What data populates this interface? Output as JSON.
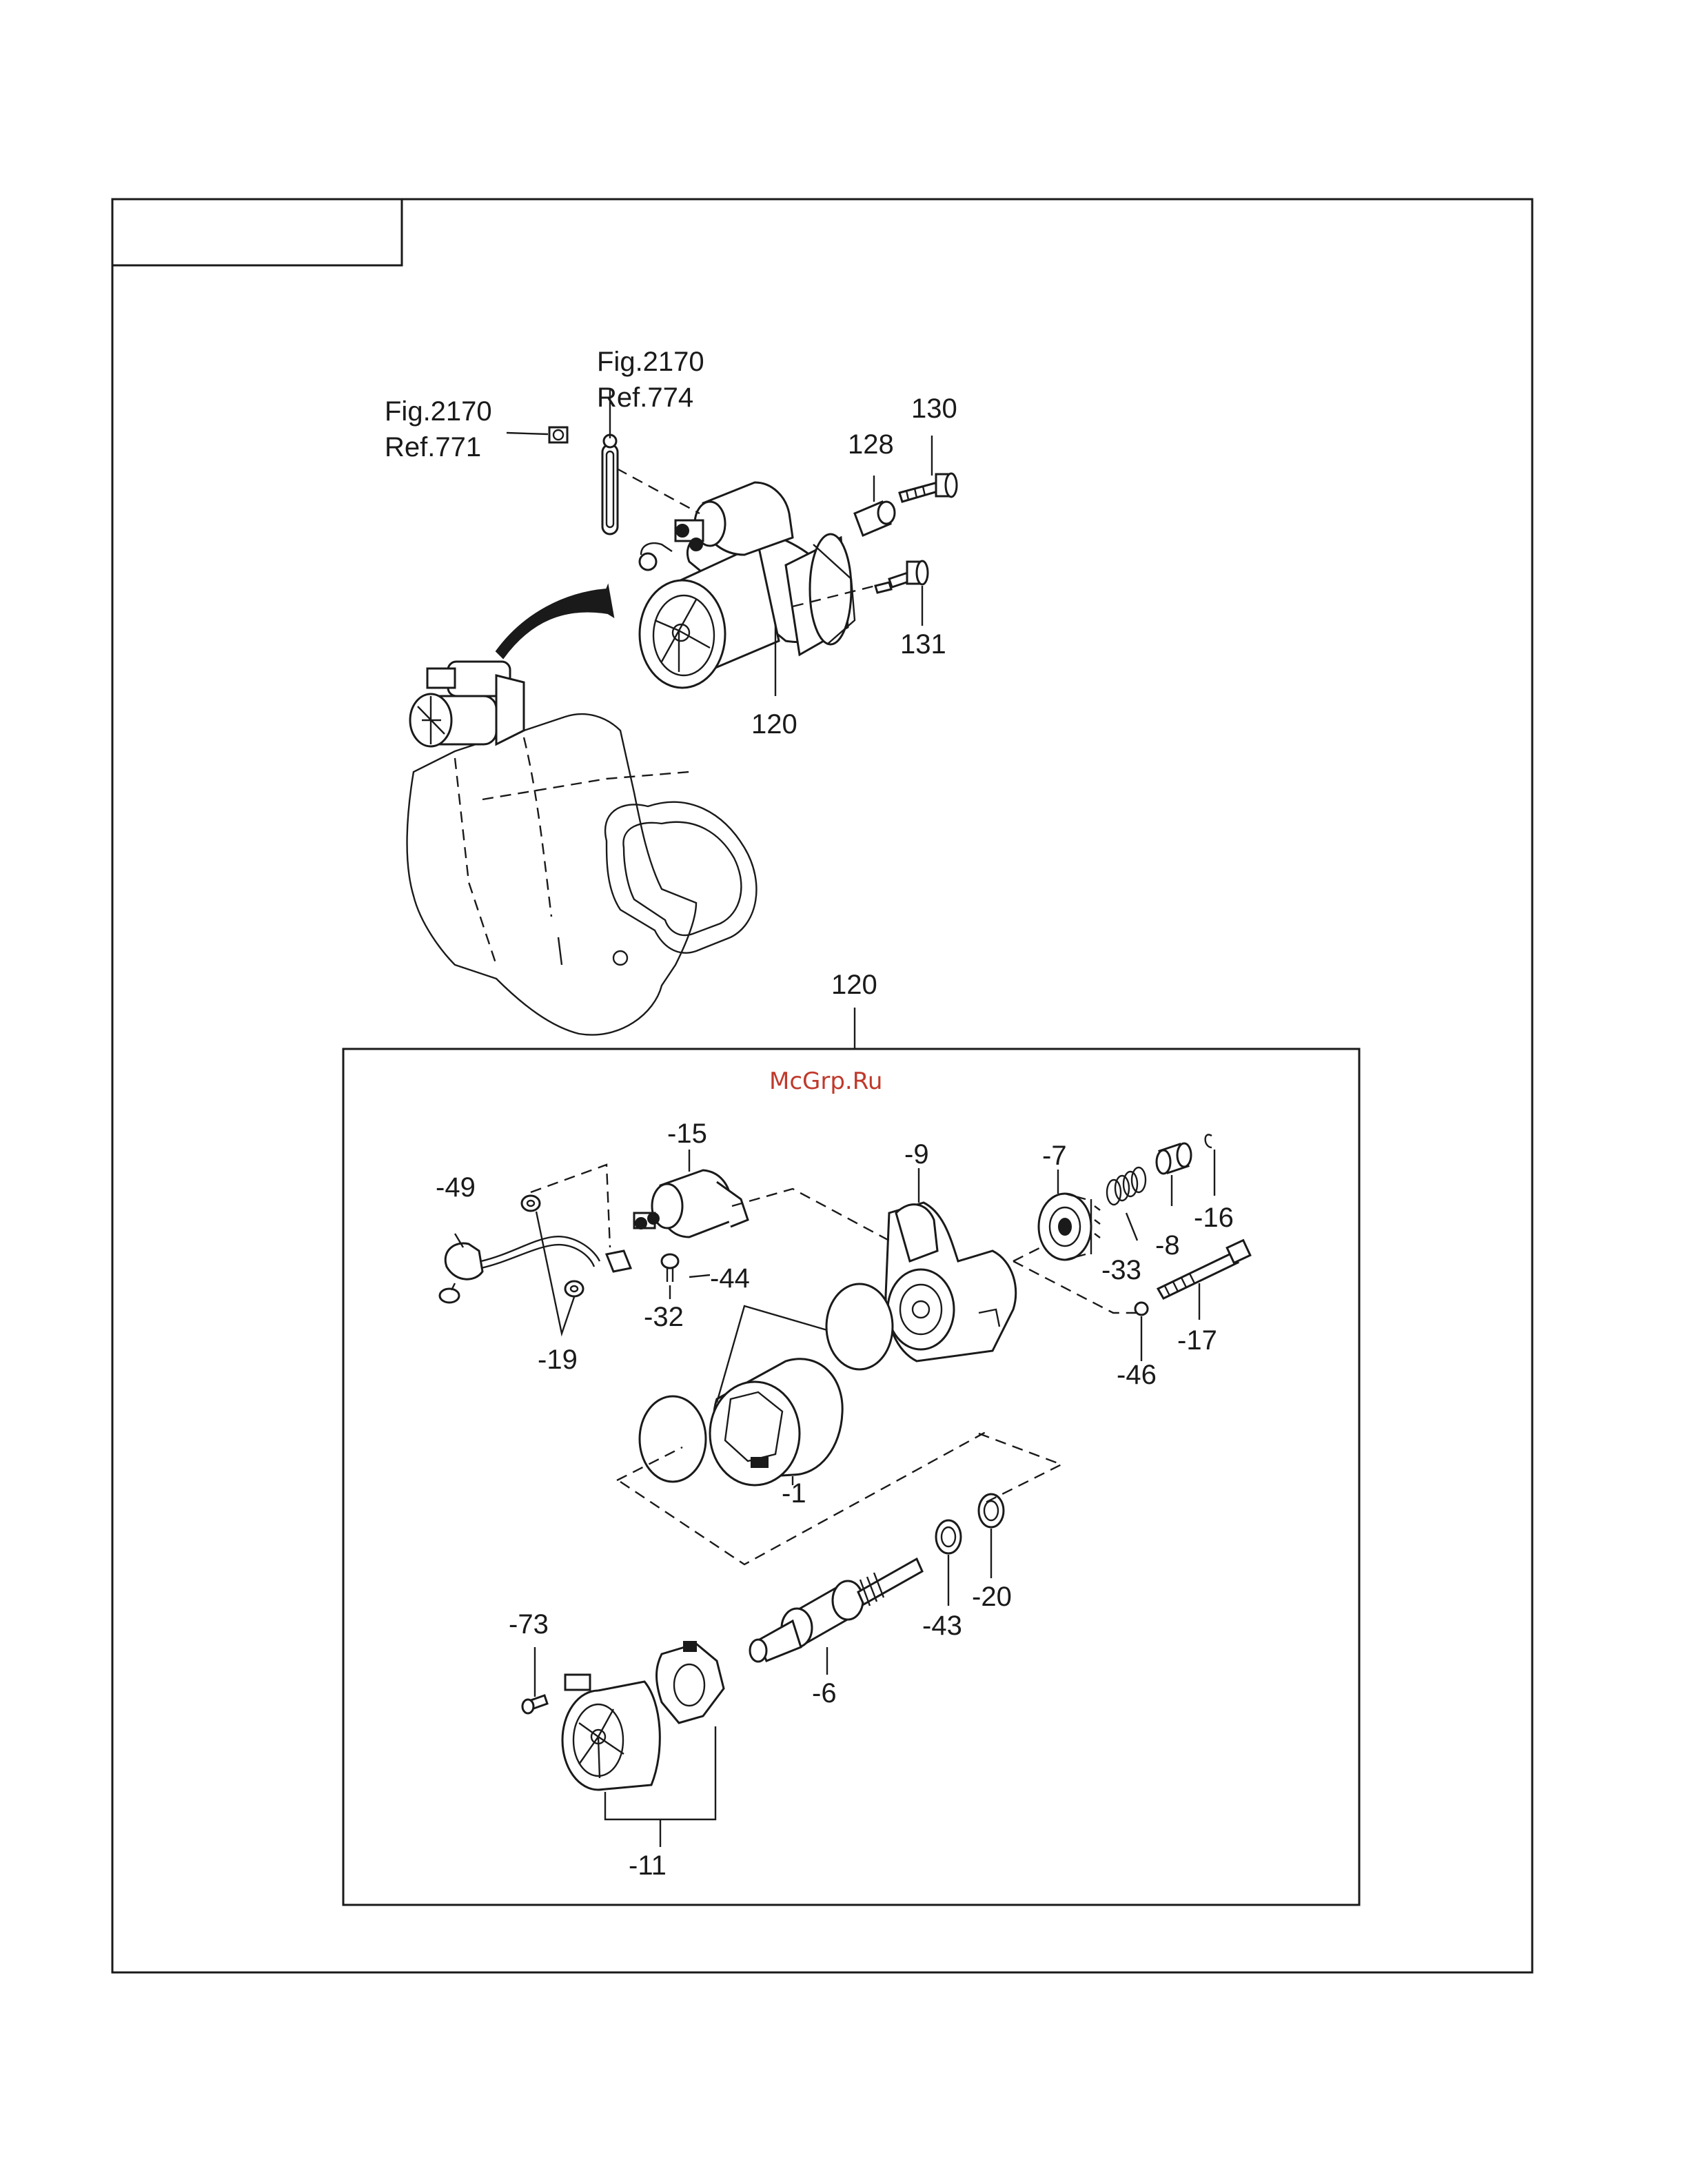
{
  "watermark": "McGrp.Ru",
  "top_labels": {
    "fig_771_line1": "Fig.2170",
    "fig_771_line2": "Ref.771",
    "fig_774_line1": "Fig.2170",
    "fig_774_line2": "Ref.774",
    "p128": "128",
    "p130": "130",
    "p131": "131",
    "p120": "120"
  },
  "assembly_label": "120",
  "exploded_labels": {
    "p15": "-15",
    "p9": "-9",
    "p7": "-7",
    "p49": "-49",
    "p33": "-33",
    "p8": "-8",
    "p16": "-16",
    "p44": "-44",
    "p32": "-32",
    "p19": "-19",
    "p17": "-17",
    "p46": "-46",
    "p1": "-1",
    "p20": "-20",
    "p43": "-43",
    "p73": "-73",
    "p6": "-6",
    "p11": "-11"
  }
}
